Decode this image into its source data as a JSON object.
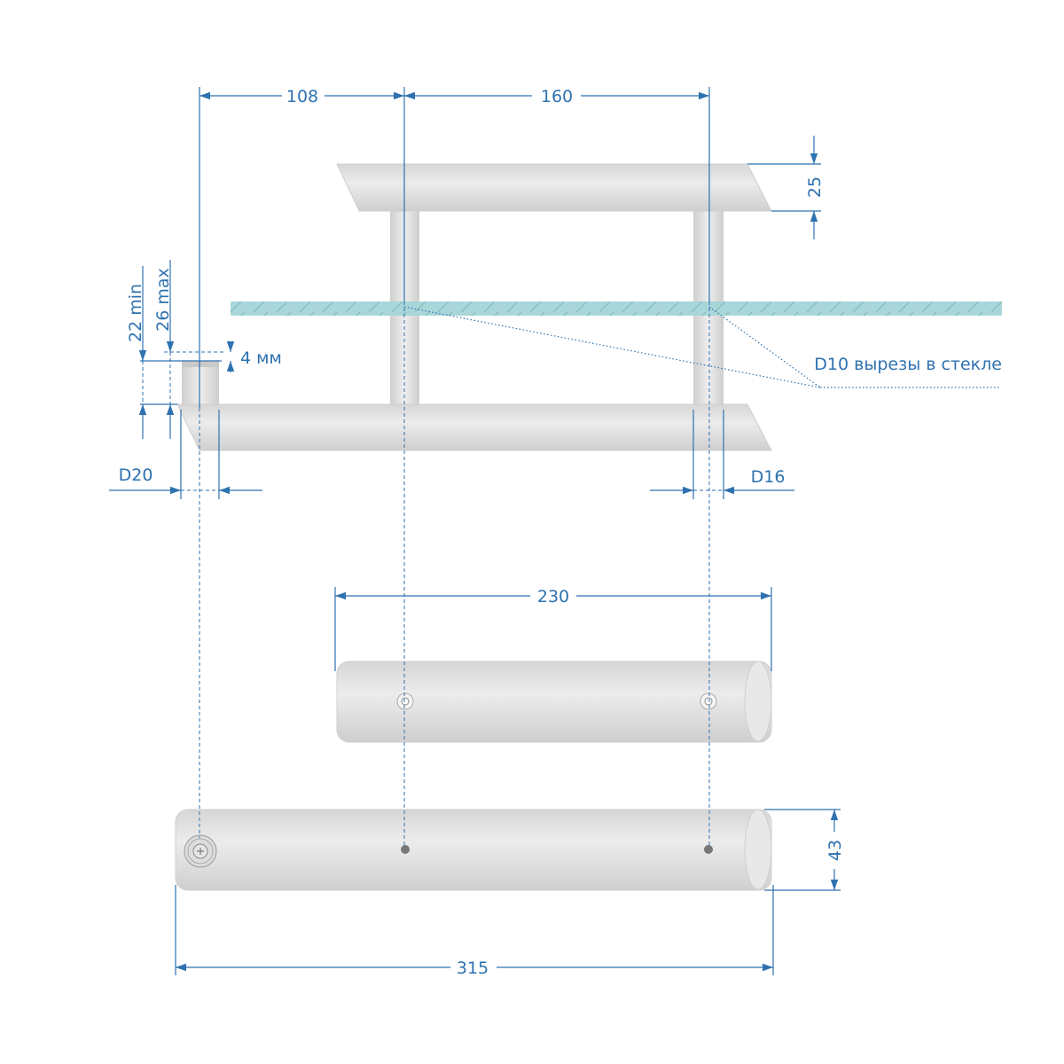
{
  "colors": {
    "dimension": "#2e72b0",
    "glass": "#a9d6d9",
    "metal": "#dcdcdc"
  },
  "dimensions": {
    "left_offset": "108",
    "hole_spacing": "160",
    "top_thickness": "25",
    "glass_min": "22 min",
    "glass_max": "26 max",
    "gap": "4 мм",
    "glass_cutouts": "D10 вырезы в стекле",
    "knob_diameter": "D20",
    "post_diameter": "D16",
    "top_length": "230",
    "bar_height": "43",
    "bottom_length": "315"
  }
}
